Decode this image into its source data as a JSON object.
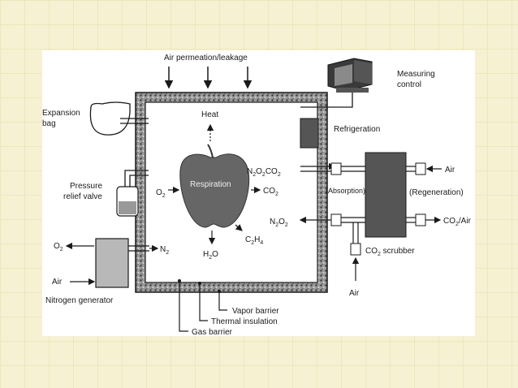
{
  "diagram": {
    "labels": {
      "air_permeation": "Air permeation/leakage",
      "measuring": "Measuring",
      "control": "control",
      "expansion": "Expansion",
      "bag": "bag",
      "heat": "Heat",
      "refrigeration": "Refrigeration",
      "pressure": "Pressure",
      "relief_valve": "relief valve",
      "respiration": "Respiration",
      "absorption": "(Absorption)",
      "regeneration": "(Regeneration)",
      "air_in_top": "Air",
      "o2_left": "O",
      "n2_left": "N",
      "air_left": "Air",
      "nitrogen_generator": "Nitrogen generator",
      "air_bottom": "Air",
      "vapor_barrier": "Vapor barrier",
      "thermal_insulation": "Thermal insulation",
      "gas_barrier": "Gas barrier",
      "co2_scrubber_main": "CO",
      "co2_scrubber_tail": " scrubber",
      "co2_air_main": "CO",
      "co2_air_tail": "/Air"
    },
    "formulas": {
      "n2o2co2": {
        "a": "N",
        "a_sub": "2",
        "b": "O",
        "b_sub": "2",
        "c": "CO",
        "c_sub": "2"
      },
      "n2o2": {
        "a": "N",
        "a_sub": "2",
        "b": "O",
        "b_sub": "2"
      },
      "o2_in": {
        "a": "O",
        "a_sub": "2"
      },
      "co2_out": {
        "a": "CO",
        "a_sub": "2"
      },
      "c2h4": {
        "a": "C",
        "a_sub": "2",
        "b": "H",
        "b_sub": "4"
      },
      "h2o": {
        "a": "H",
        "a_sub": "2",
        "b": "O"
      },
      "sub2": "2"
    }
  }
}
